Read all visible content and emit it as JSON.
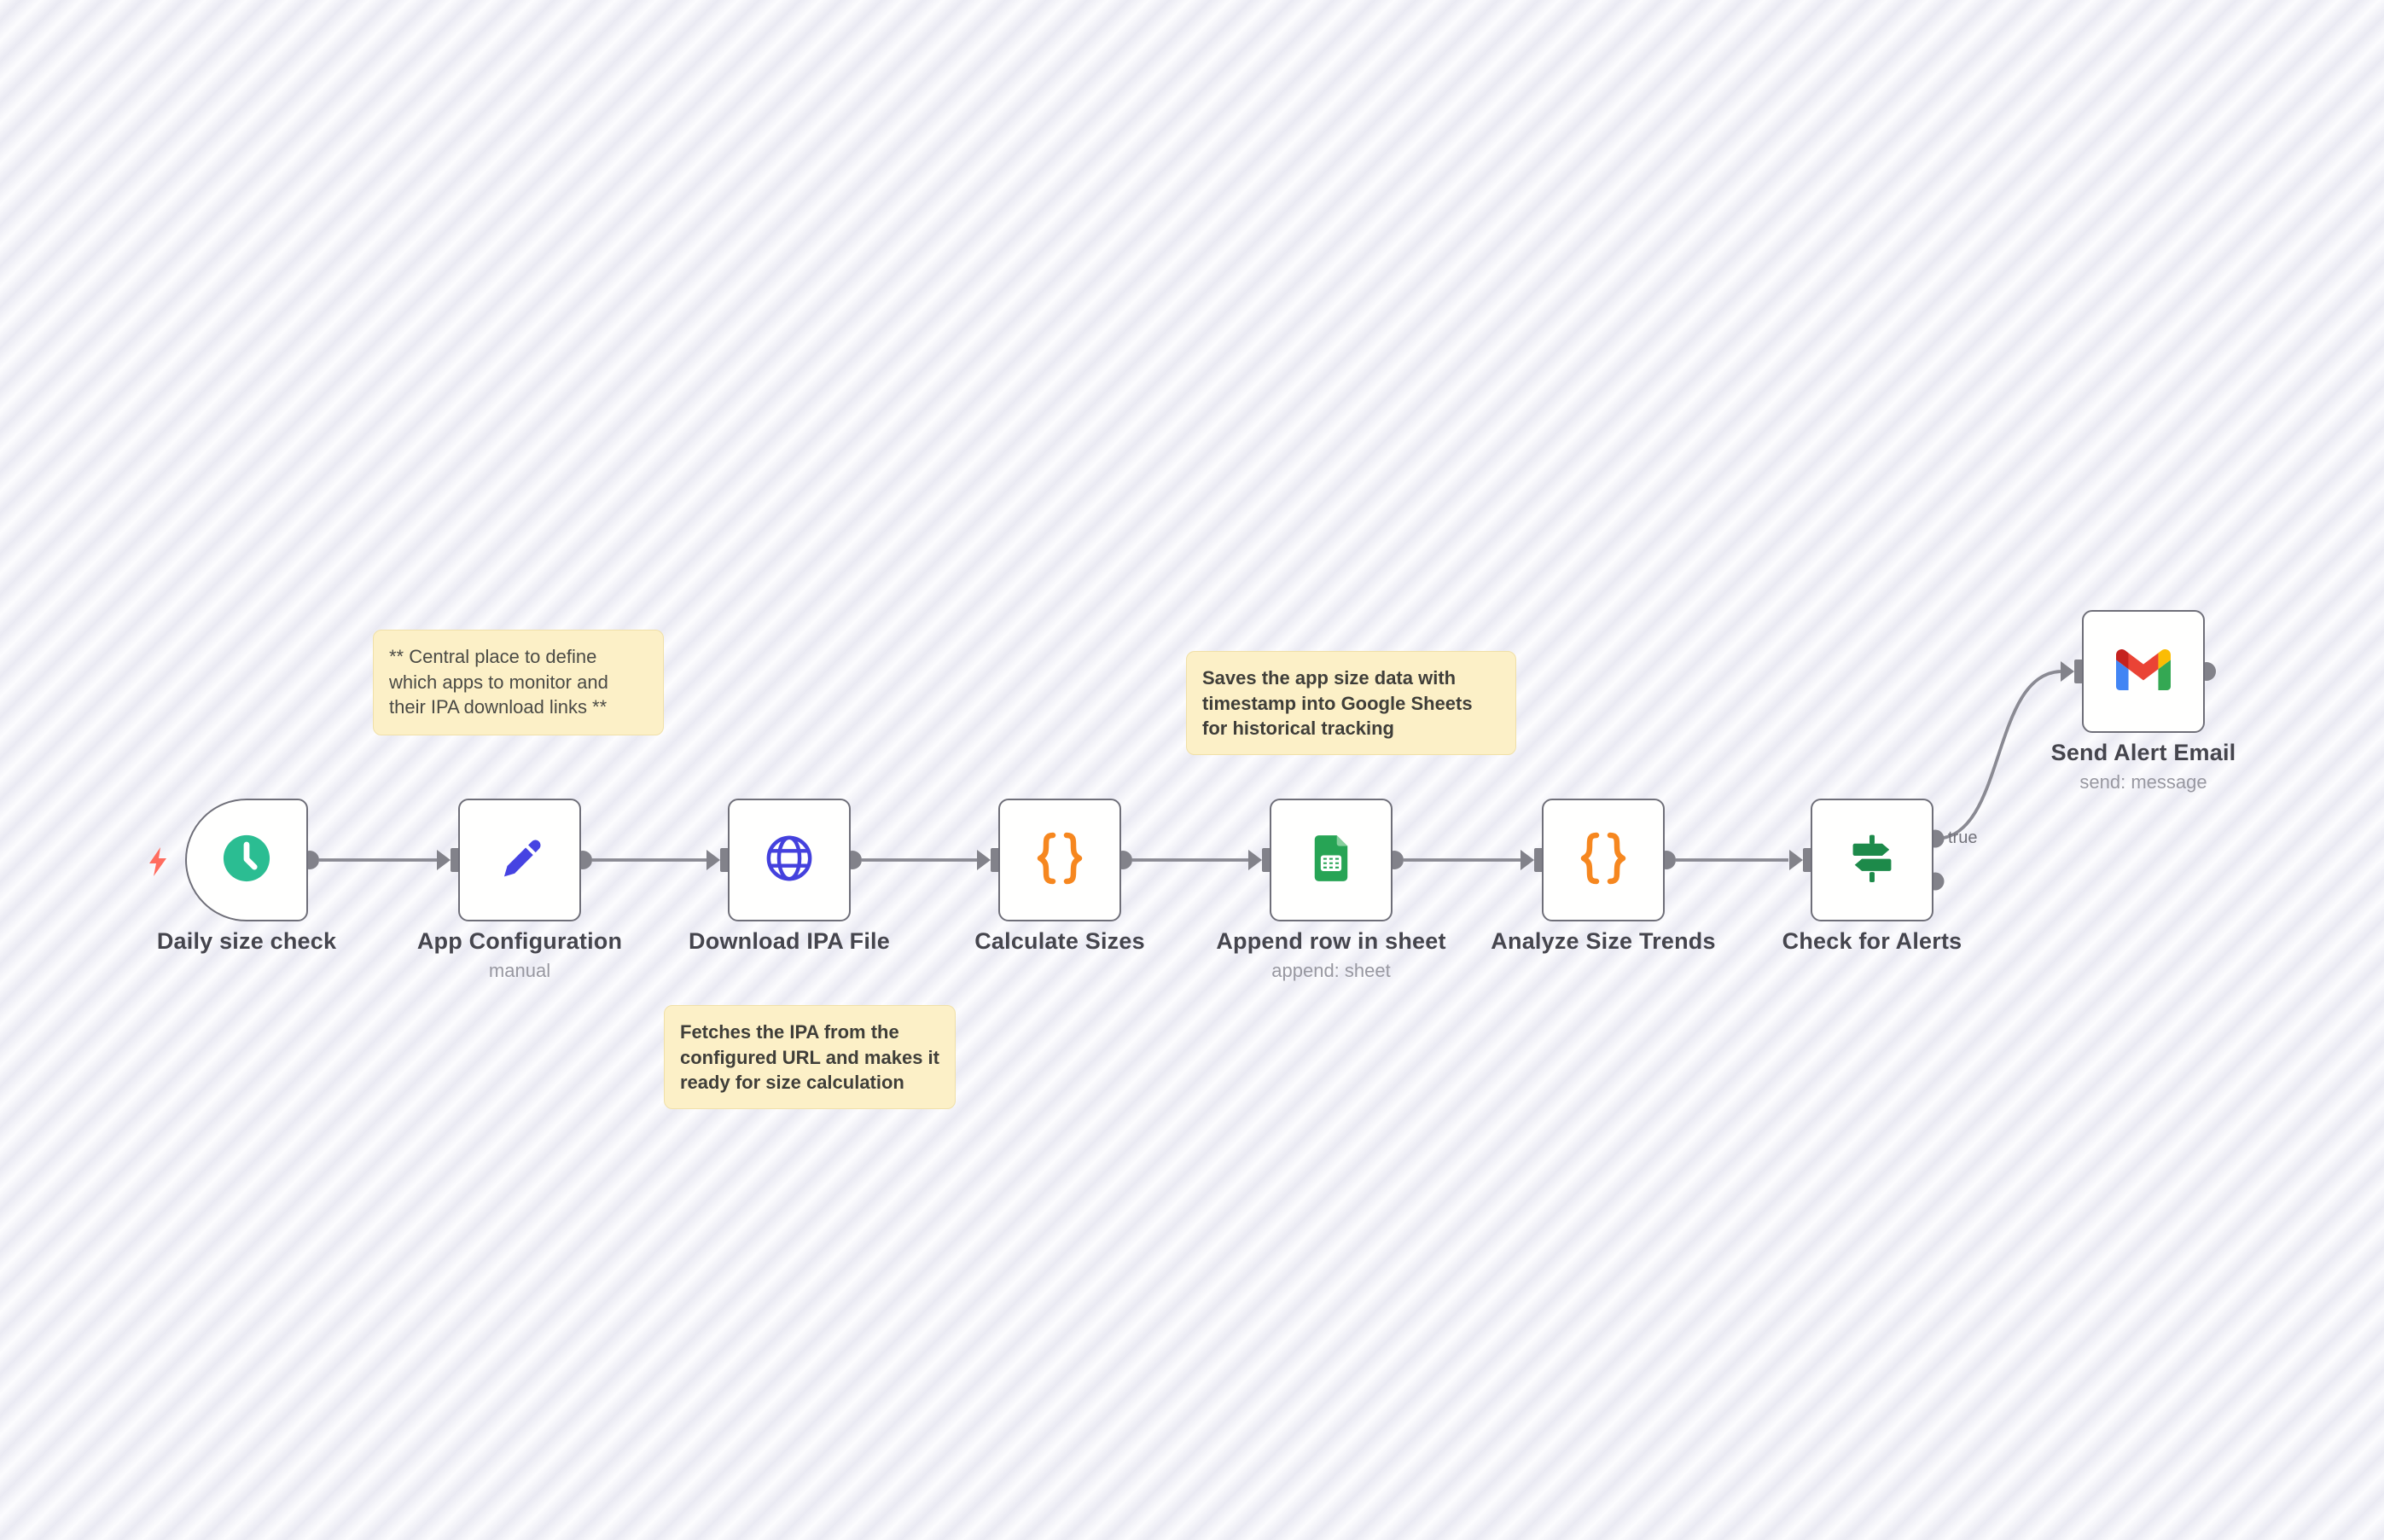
{
  "app": {
    "name": "n8n workflow canvas"
  },
  "icons": {
    "trigger_bolt": "lightning-bolt",
    "code_glyph": "{}"
  },
  "colors": {
    "canvas_bg": "#fcfcfe",
    "canvas_stripe": "#eaeaf3",
    "node_border": "#6f6f79",
    "connector_gray": "#8a8a93",
    "sticky_bg": "#fcf0c7",
    "sticky_border": "#f0e0a8",
    "label_text": "#45454d",
    "subtitle_text": "#9898a1",
    "trigger_bolt_red": "#ff6c5f",
    "schedule_teal": "#2bbd92",
    "pencil_blue": "#4643e2",
    "globe_blue": "#4441dd",
    "code_orange": "#f6871f",
    "sheets_green": "#27a455",
    "sheets_fold_green": "#87cf9d",
    "if_green": "#1d8a4a",
    "gmail_red": "#ea4335",
    "gmail_dark_red": "#c5221f",
    "gmail_blue": "#4285f4",
    "gmail_green": "#34a853",
    "gmail_yellow": "#fbbc04"
  },
  "workflow": {
    "nodes": [
      {
        "label": "Daily size check",
        "subtitle": "",
        "icon": "clock-schedule"
      },
      {
        "label": "App Configuration",
        "subtitle": "manual",
        "icon": "pencil"
      },
      {
        "label": "Download IPA File",
        "subtitle": "",
        "icon": "globe"
      },
      {
        "label": "Calculate Sizes",
        "subtitle": "",
        "icon": "code-braces"
      },
      {
        "label": "Append row in sheet",
        "subtitle": "append: sheet",
        "icon": "google-sheets"
      },
      {
        "label": "Analyze Size Trends",
        "subtitle": "",
        "icon": "code-braces"
      },
      {
        "label": "Check for Alerts",
        "subtitle": "",
        "icon": "signpost-if"
      },
      {
        "label": "Send Alert Email",
        "subtitle": "send: message",
        "icon": "gmail"
      }
    ],
    "connections": {
      "true_branch_label": "true"
    },
    "sticky_notes": [
      {
        "text": "** Central place to define which apps to monitor and their IPA download links **",
        "style": "plain"
      },
      {
        "text": "Fetches the IPA from the configured URL and makes it ready for size calculation",
        "style": "bold"
      },
      {
        "text": "Saves the app size data with timestamp into Google Sheets for historical tracking",
        "style": "bold"
      }
    ]
  }
}
